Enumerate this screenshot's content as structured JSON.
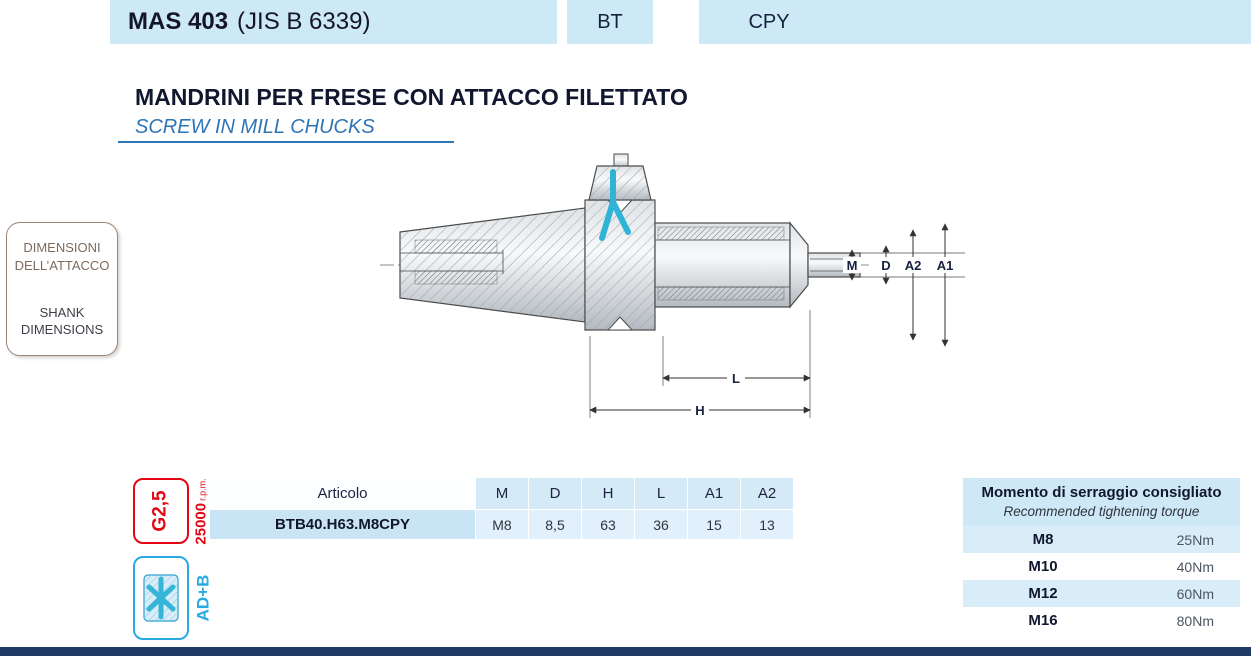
{
  "header": {
    "standard": "MAS 403",
    "standard_suffix": "(JIS B 6339)",
    "bt": "BT",
    "cpy": "CPY"
  },
  "titles": {
    "main": "MANDRINI PER FRESE CON ATTACCO FILETTATO",
    "sub": "SCREW IN MILL CHUCKS"
  },
  "shank_box": {
    "it1": "DIMENSIONI",
    "it2": "DELL’ATTACCO",
    "en1": "SHANK",
    "en2": "DIMENSIONS"
  },
  "drawing": {
    "dims": {
      "m": "M",
      "d": "D",
      "a2": "A2",
      "a1": "A1",
      "l": "L",
      "h": "H"
    }
  },
  "badges": {
    "balance_grade": "G2,5",
    "rpm": "25000",
    "rpm_unit": "r.p.m.",
    "coolant": "AD+B"
  },
  "table": {
    "headers": [
      "Articolo",
      "M",
      "D",
      "H",
      "L",
      "A1",
      "A2"
    ],
    "rows": [
      [
        "BTB40.H63.M8CPY",
        "M8",
        "8,5",
        "63",
        "36",
        "15",
        "13"
      ]
    ]
  },
  "torque_table": {
    "title_it": "Momento di serraggio consigliato",
    "title_en": "Recommended tightening torque",
    "rows": [
      {
        "size": "M8",
        "torque": "25Nm"
      },
      {
        "size": "M10",
        "torque": "40Nm"
      },
      {
        "size": "M12",
        "torque": "60Nm"
      },
      {
        "size": "M16",
        "torque": "80Nm"
      }
    ]
  },
  "colors": {
    "band_blue": "#cde9f6",
    "accent_blue": "#2e75b6",
    "red": "#e30613",
    "cyan": "#29abe2",
    "footer_navy": "#1f3a64"
  }
}
